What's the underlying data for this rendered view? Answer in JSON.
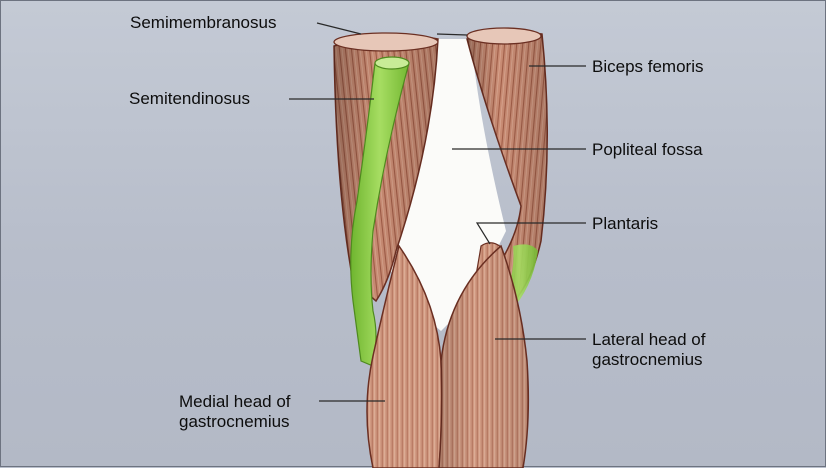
{
  "labels": {
    "semimembranosus": "Semimembranosus",
    "semitendinosus": "Semitendinosus",
    "biceps_femoris": "Biceps femoris",
    "popliteal_fossa": "Popliteal fossa",
    "plantaris": "Plantaris",
    "lateral_head": "Lateral head of\ngastrocnemius",
    "medial_head": "Medial head of\ngastrocnemius"
  },
  "colors": {
    "muscle": "#c98a72",
    "muscle_dark": "#7a3a2b",
    "tendon_green": "#8fce4a",
    "background": "#b9bfcc"
  }
}
